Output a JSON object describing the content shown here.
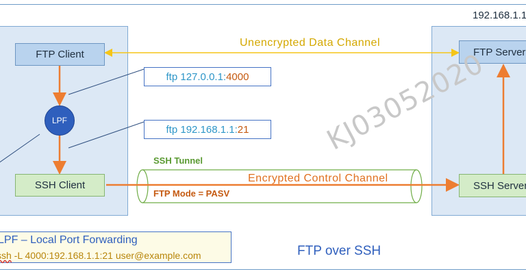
{
  "title": "FTP over SSH",
  "server_ip": "192.168.1.1",
  "watermark": "KJ03052020",
  "nodes": {
    "ftp_client": "FTP Client",
    "ftp_server": "FTP Server",
    "ssh_client": "SSH Client",
    "ssh_server": "SSH Server",
    "lpf": "LPF"
  },
  "callouts": {
    "local_ip": "ftp 127.0.0.1:",
    "local_port": "4000",
    "remote_ip": "ftp 192.168.1.1:",
    "remote_port": "21"
  },
  "channels": {
    "data": "Unencrypted Data Channel",
    "control": "Encrypted Control Channel",
    "tunnel": "SSH Tunnel",
    "mode": "FTP Mode = PASV"
  },
  "legend": {
    "title": "LPF – Local Port Forwarding",
    "cmd_prefix": "ssh",
    "cmd_rest": " -L 4000:192.168.1.1:21 user@example.com"
  },
  "colors": {
    "data_arrow": "#f5c518",
    "flow_arrow": "#ed7d31",
    "tunnel": "#70ad47",
    "host_fill": "#dce8f5"
  }
}
